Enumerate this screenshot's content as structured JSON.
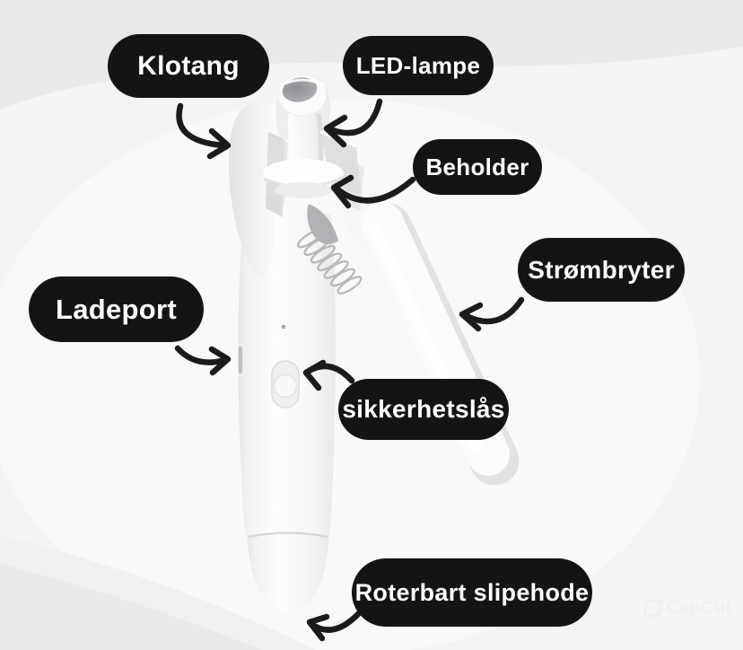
{
  "diagram": {
    "labels": {
      "klotang": "Klotang",
      "led_lampe": "LED-lampe",
      "beholder": "Beholder",
      "strombryter": "Strømbryter",
      "ladeport": "Ladeport",
      "sikkerhetslas": "sikkerhetslås",
      "roterbart_slipehode": "Roterbart slipehode"
    },
    "watermark": "CapCut",
    "colors": {
      "label_background": "#141414",
      "label_text": "#ffffff",
      "arrow": "#1b1b1b",
      "background": "#f1f1f2",
      "device_body": "#fbfbfc",
      "device_shading": "#e3e3e5",
      "lens": "#96969a"
    }
  }
}
